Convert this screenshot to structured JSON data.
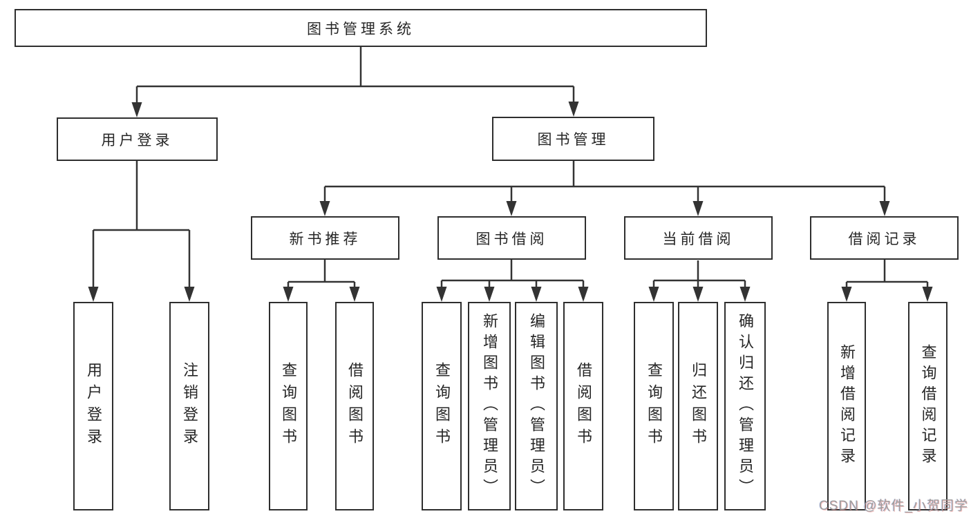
{
  "tree": {
    "root": {
      "label": "图书管理系统",
      "children": [
        {
          "label": "用户登录",
          "children": [
            {
              "label": "用户登录"
            },
            {
              "label": "注销登录"
            }
          ]
        },
        {
          "label": "图书管理",
          "children": [
            {
              "label": "新书推荐",
              "children": [
                {
                  "label": "查询图书"
                },
                {
                  "label": "借阅图书"
                }
              ]
            },
            {
              "label": "图书借阅",
              "children": [
                {
                  "label": "查询图书"
                },
                {
                  "label": "新增图书（管理员）"
                },
                {
                  "label": "编辑图书（管理员）"
                },
                {
                  "label": "借阅图书"
                }
              ]
            },
            {
              "label": "当前借阅",
              "children": [
                {
                  "label": "查询图书"
                },
                {
                  "label": "归还图书"
                },
                {
                  "label": "确认归还（管理员）"
                }
              ]
            },
            {
              "label": "借阅记录",
              "children": [
                {
                  "label": "新增借阅记录"
                },
                {
                  "label": "查询借阅记录"
                }
              ]
            }
          ]
        }
      ]
    }
  },
  "watermark": {
    "text": "CSDN @软件_小贺同学"
  },
  "colors": {
    "line": "#333333",
    "border": "#2e2e2e",
    "text": "#262626",
    "watermark": "#9c9c9c",
    "background": "#ffffff"
  }
}
